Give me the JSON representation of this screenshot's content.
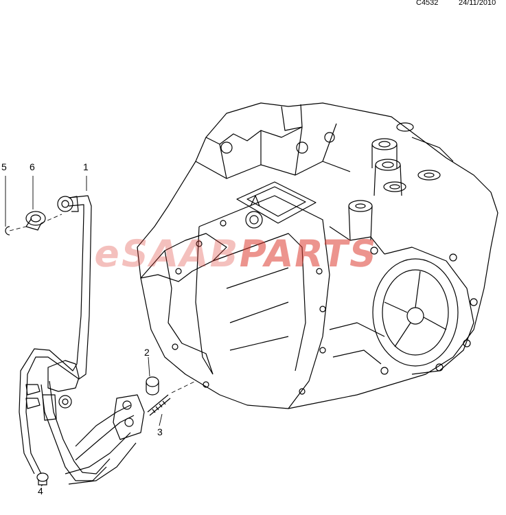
{
  "header": {
    "code": "C4532",
    "date": "24/11/2010"
  },
  "callouts": [
    {
      "id": "1",
      "label": "1"
    },
    {
      "id": "2",
      "label": "2"
    },
    {
      "id": "3",
      "label": "3"
    },
    {
      "id": "4",
      "label": "4"
    },
    {
      "id": "5",
      "label": "5"
    },
    {
      "id": "6",
      "label": "6"
    }
  ],
  "watermark": {
    "part1": "e",
    "part2": "SAAB",
    "part3": "PARTS"
  },
  "colors": {
    "line": "#000000",
    "watermark": "#dc3c32"
  }
}
